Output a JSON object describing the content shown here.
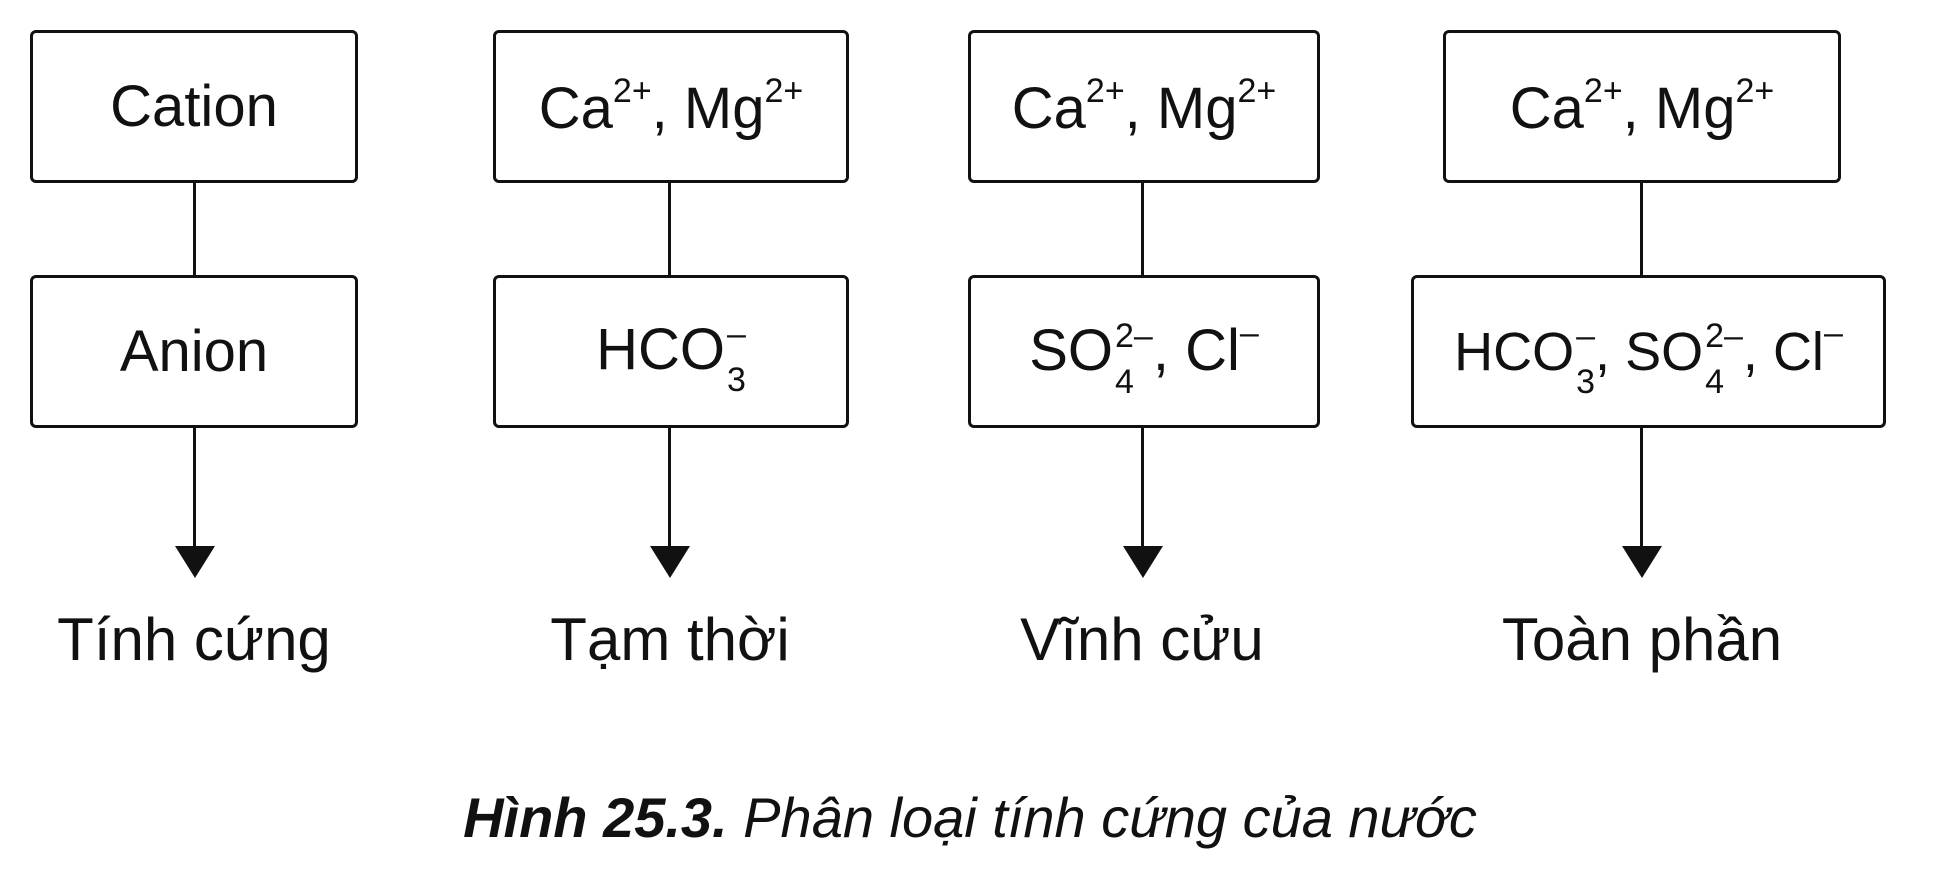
{
  "columns": [
    {
      "cation": {
        "text": "Cation"
      },
      "anion": {
        "text": "Anion"
      },
      "label": "Tính cứng"
    },
    {
      "cation": {
        "a": "Ca",
        "a_charge": "2+",
        "sep": ", ",
        "b": "Mg",
        "b_charge": "2+"
      },
      "anion": {
        "a": "HCO",
        "a_sub": "3",
        "a_charge": "–"
      },
      "label": "Tạm thời"
    },
    {
      "cation": {
        "a": "Ca",
        "a_charge": "2+",
        "sep": ", ",
        "b": "Mg",
        "b_charge": "2+"
      },
      "anion": {
        "a": "SO",
        "a_sub": "4",
        "a_charge": "2–",
        "sep": ", ",
        "b": "Cl",
        "b_charge": "–"
      },
      "label": "Vĩnh cửu"
    },
    {
      "cation": {
        "a": "Ca",
        "a_charge": "2+",
        "sep": ", ",
        "b": "Mg",
        "b_charge": "2+"
      },
      "anion": {
        "a": "HCO",
        "a_sub": "3",
        "a_charge": "–",
        "sep1": ", ",
        "b": "SO",
        "b_sub": "4",
        "b_charge": "2–",
        "sep2": ", ",
        "c": "Cl",
        "c_charge": "–"
      },
      "label": "Toàn phần"
    }
  ],
  "caption": {
    "number": "Hình 25.3.",
    "text": " Phân loại tính cứng của nước"
  }
}
